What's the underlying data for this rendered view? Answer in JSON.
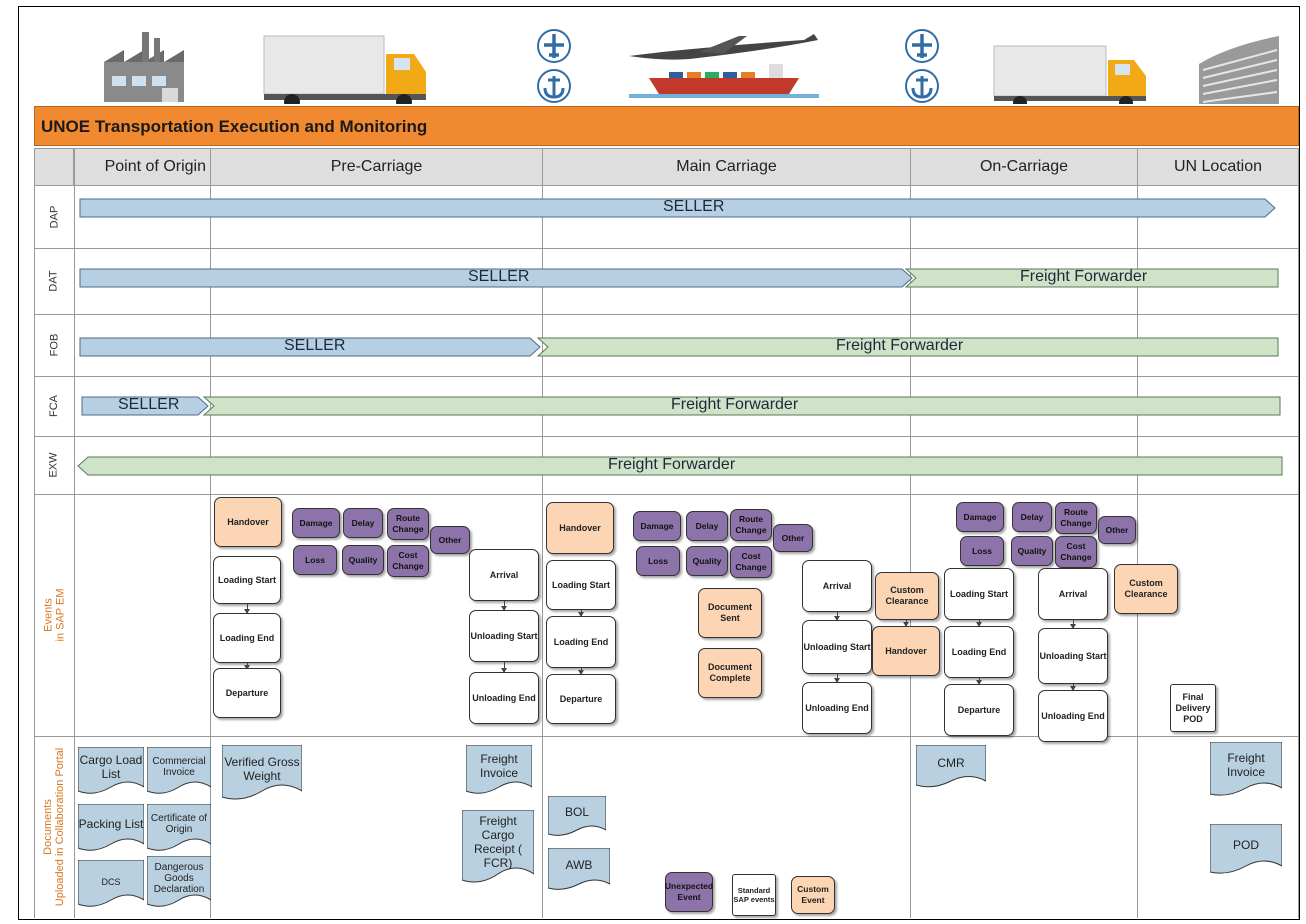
{
  "title": "UNOE Transportation Execution and Monitoring",
  "columns": [
    "Point of Origin",
    "Pre-Carriage",
    "Main Carriage",
    "On-Carriage",
    "UN Location"
  ],
  "icons": [
    "factory-icon",
    "truck-icon",
    "plane-icon",
    "anchor-icon",
    "cargo-plane-icon",
    "cargo-ship-icon",
    "plane-icon",
    "anchor-icon",
    "truck-icon",
    "office-building-icon"
  ],
  "rows": {
    "dap": "DAP",
    "dat": "DAT",
    "fob": "FOB",
    "fca": "FCA",
    "exw": "EXW",
    "events": "Events in SAP EM",
    "events_l1": "Events",
    "events_l2": "in SAP EM",
    "docs_l1": "Documents",
    "docs_l2": "Uploaded in Collaboration Portal"
  },
  "bars": {
    "dap_seller": "SELLER",
    "dat_seller": "SELLER",
    "dat_ff": "Freight Forwarder",
    "fob_seller": "SELLER",
    "fob_ff": "Freight Forwarder",
    "fca_seller": "SELLER",
    "fca_ff": "Freight Forwarder",
    "exw_ff": "Freight Forwarder"
  },
  "colors": {
    "header": "#f0892f",
    "seller": "#b7cfe3",
    "ff": "#cfe3c9",
    "peach": "#fbd5b4",
    "purple": "#8c74aa",
    "doc": "#b9d0e1"
  },
  "events": {
    "pre": {
      "handover": "Handover",
      "damage": "Damage",
      "delay": "Delay",
      "route_change": "Route Change",
      "other": "Other",
      "loss": "Loss",
      "quality": "Quality",
      "cost_change": "Cost Change",
      "loading_start": "Loading Start",
      "loading_end": "Loading End",
      "departure": "Departure",
      "arrival": "Arrival",
      "unloading_start": "Unloading Start",
      "unloading_end": "Unloading End"
    },
    "main": {
      "handover": "Handover",
      "damage": "Damage",
      "delay": "Delay",
      "route_change": "Route Change",
      "other": "Other",
      "loss": "Loss",
      "quality": "Quality",
      "cost_change": "Cost Change",
      "loading_start": "Loading Start",
      "loading_end": "Loading End",
      "departure": "Departure",
      "document_sent": "Document Sent",
      "document_complete": "Document Complete",
      "arrival": "Arrival",
      "unloading_start": "Unloading Start",
      "unloading_end": "Unloading End",
      "custom_clearance": "Custom Clearance",
      "handover2": "Handover"
    },
    "on": {
      "damage": "Damage",
      "delay": "Delay",
      "route_change": "Route Change",
      "other": "Other",
      "loss": "Loss",
      "quality": "Quality",
      "cost_change": "Cost Change",
      "loading_start": "Loading Start",
      "loading_end": "Loading End",
      "departure": "Departure",
      "arrival": "Arrival",
      "unloading_start": "Unloading Start",
      "unloading_end": "Unloading End",
      "custom_clearance": "Custom Clearance"
    },
    "un": {
      "final_delivery": "Final Delivery POD"
    }
  },
  "documents": {
    "cargo_load_list": "Cargo Load List",
    "commercial_invoice": "Commercial Invoice",
    "packing_list": "Packing List",
    "certificate_origin": "Certificate of Origin",
    "dcs": "DCS",
    "dangerous_goods": "Dangerous Goods Declaration",
    "verified_gross_weight": "Verified Gross Weight",
    "freight_invoice": "Freight Invoice",
    "fcr": "Freight Cargo Receipt ( FCR)",
    "bol": "BOL",
    "awb": "AWB",
    "cmr": "CMR",
    "freight_invoice_un": "Freight Invoice",
    "pod": "POD"
  },
  "legend": {
    "unexpected": "Unexpected Event",
    "standard": "Standard SAP events",
    "custom": "Custom Event"
  }
}
